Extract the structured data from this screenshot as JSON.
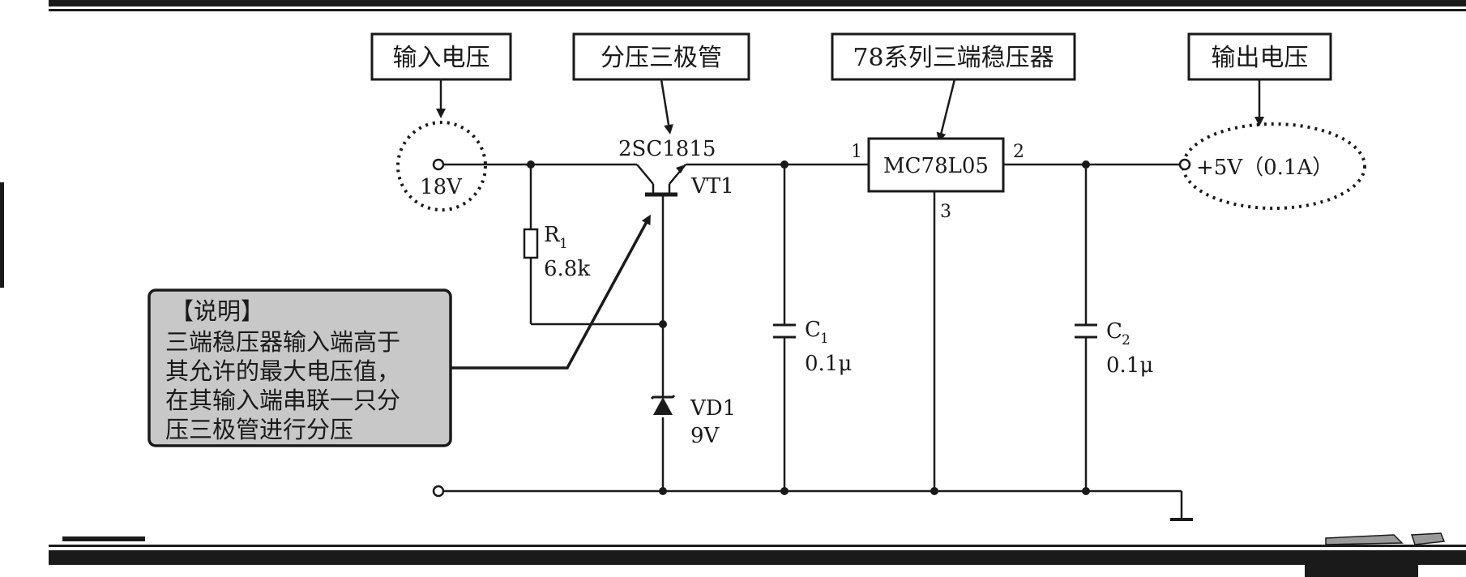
{
  "callouts": {
    "input_voltage": "输入电压",
    "divider_transistor": "分压三极管",
    "regulator_series": "78系列三端稳压器",
    "output_voltage": "输出电压"
  },
  "input": {
    "voltage": "18V"
  },
  "output": {
    "voltage": "+5V（0.1A）"
  },
  "transistor": {
    "model": "2SC1815",
    "designator": "VT1"
  },
  "resistor": {
    "designator": "R",
    "subscript": "1",
    "value": "6.8k"
  },
  "regulator": {
    "model": "MC78L05",
    "pin1": "1",
    "pin2": "2",
    "pin3": "3"
  },
  "capacitor1": {
    "designator": "C",
    "subscript": "1",
    "value": "0.1μ"
  },
  "capacitor2": {
    "designator": "C",
    "subscript": "2",
    "value": "0.1μ"
  },
  "zener": {
    "designator": "VD1",
    "value": "9V"
  },
  "note": {
    "title": "【说明】",
    "lines": [
      "三端稳压器输入端高于",
      "其允许的最大电压值，",
      "在其输入端串联一只分",
      "压三极管进行分压"
    ]
  },
  "colors": {
    "line": "#1a1a1a",
    "note_fill": "#c8c8c8",
    "background": "#ffffff"
  }
}
